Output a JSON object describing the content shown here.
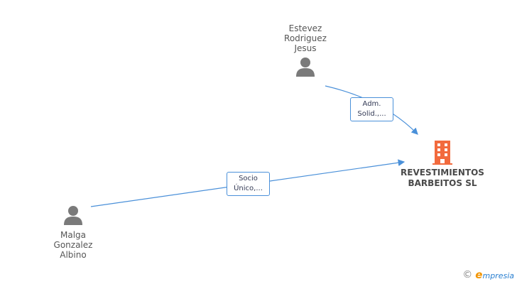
{
  "nodes": {
    "person_top": {
      "lines": [
        "Estevez",
        "Rodriguez",
        "Jesus"
      ]
    },
    "person_bottom": {
      "lines": [
        "Malga",
        "Gonzalez",
        "Albino"
      ]
    },
    "company": {
      "lines": [
        "REVESTIMIENTOS",
        "BARBEITOS SL"
      ]
    }
  },
  "edges": {
    "top_label": [
      "Adm.",
      "Solid.,..."
    ],
    "bottom_label": [
      "Socio",
      "Único,..."
    ]
  },
  "footer": {
    "copyright_symbol": "©",
    "brand_first": "e",
    "brand_rest": "mpresia"
  },
  "colors": {
    "edge": "#4a90d9",
    "person_icon": "#7a7a7a",
    "company_icon": "#f26a3d"
  }
}
